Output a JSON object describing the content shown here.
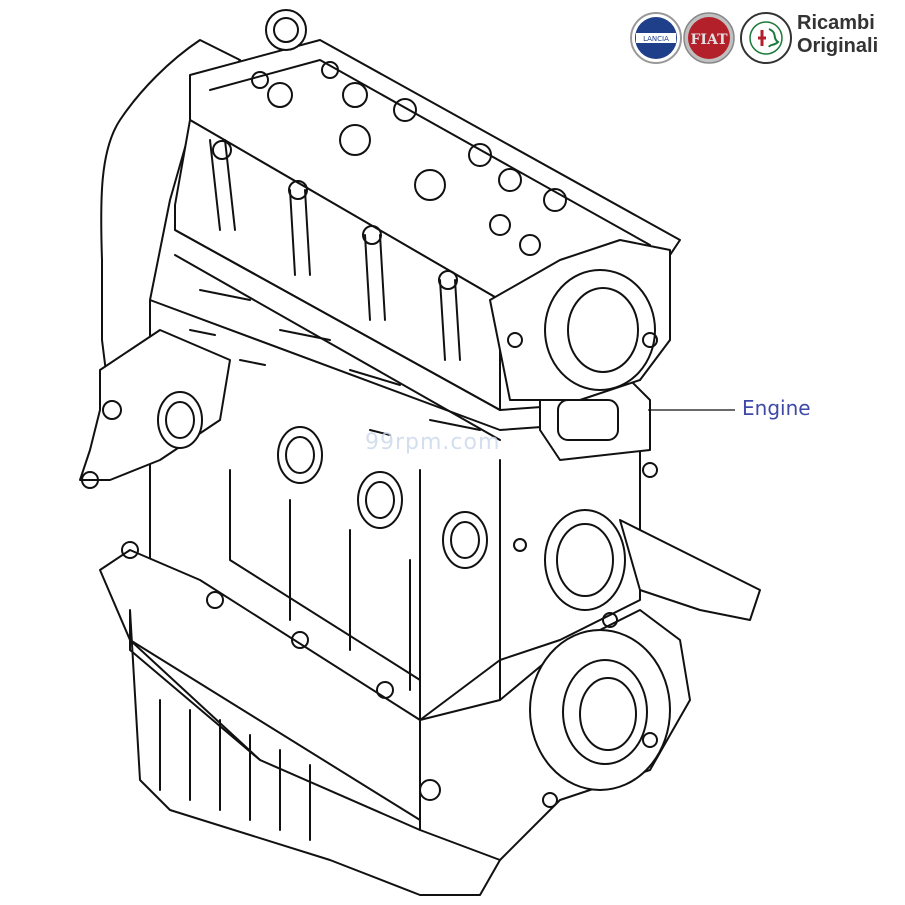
{
  "brand": {
    "logos": [
      "lancia-logo",
      "fiat-logo",
      "alfa-romeo-logo"
    ],
    "line1": "Ricambi",
    "line2": "Originali",
    "lancia_text": "LANCIA",
    "fiat_text": "FIAT"
  },
  "watermark": "99rpm.com",
  "callout": {
    "label": "Engine",
    "color": "#3e4aa6"
  },
  "colors": {
    "line": "#111111",
    "lancia_blue": "#1f3f8a",
    "fiat_red": "#b3202a",
    "alfa_green": "#1c7a3a"
  }
}
